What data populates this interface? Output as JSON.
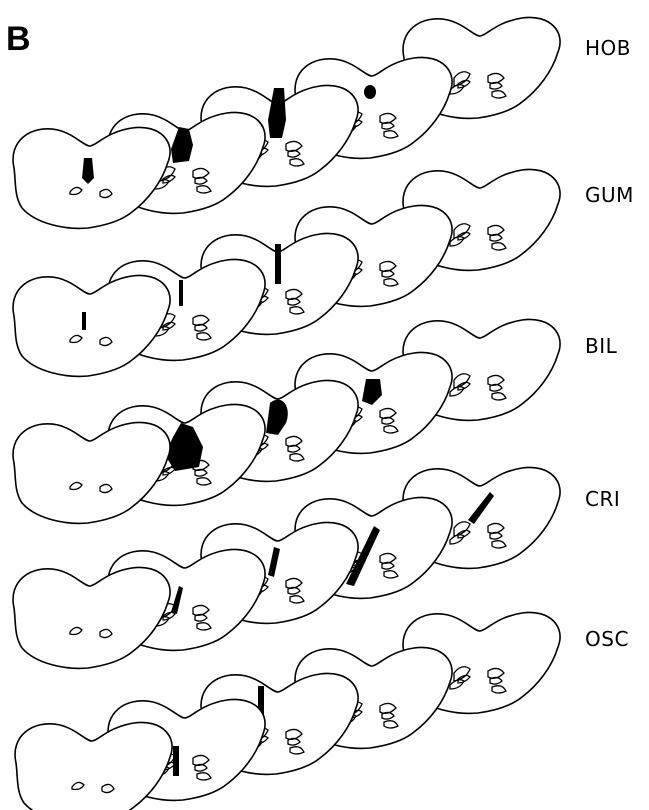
{
  "panel_label": "B",
  "rows": [
    {
      "label": "HOB"
    },
    {
      "label": "GUM"
    },
    {
      "label": "BIL"
    },
    {
      "label": "CRI"
    },
    {
      "label": "OSC"
    }
  ],
  "colors": {
    "ink": "#000000",
    "background": "#ffffff"
  }
}
